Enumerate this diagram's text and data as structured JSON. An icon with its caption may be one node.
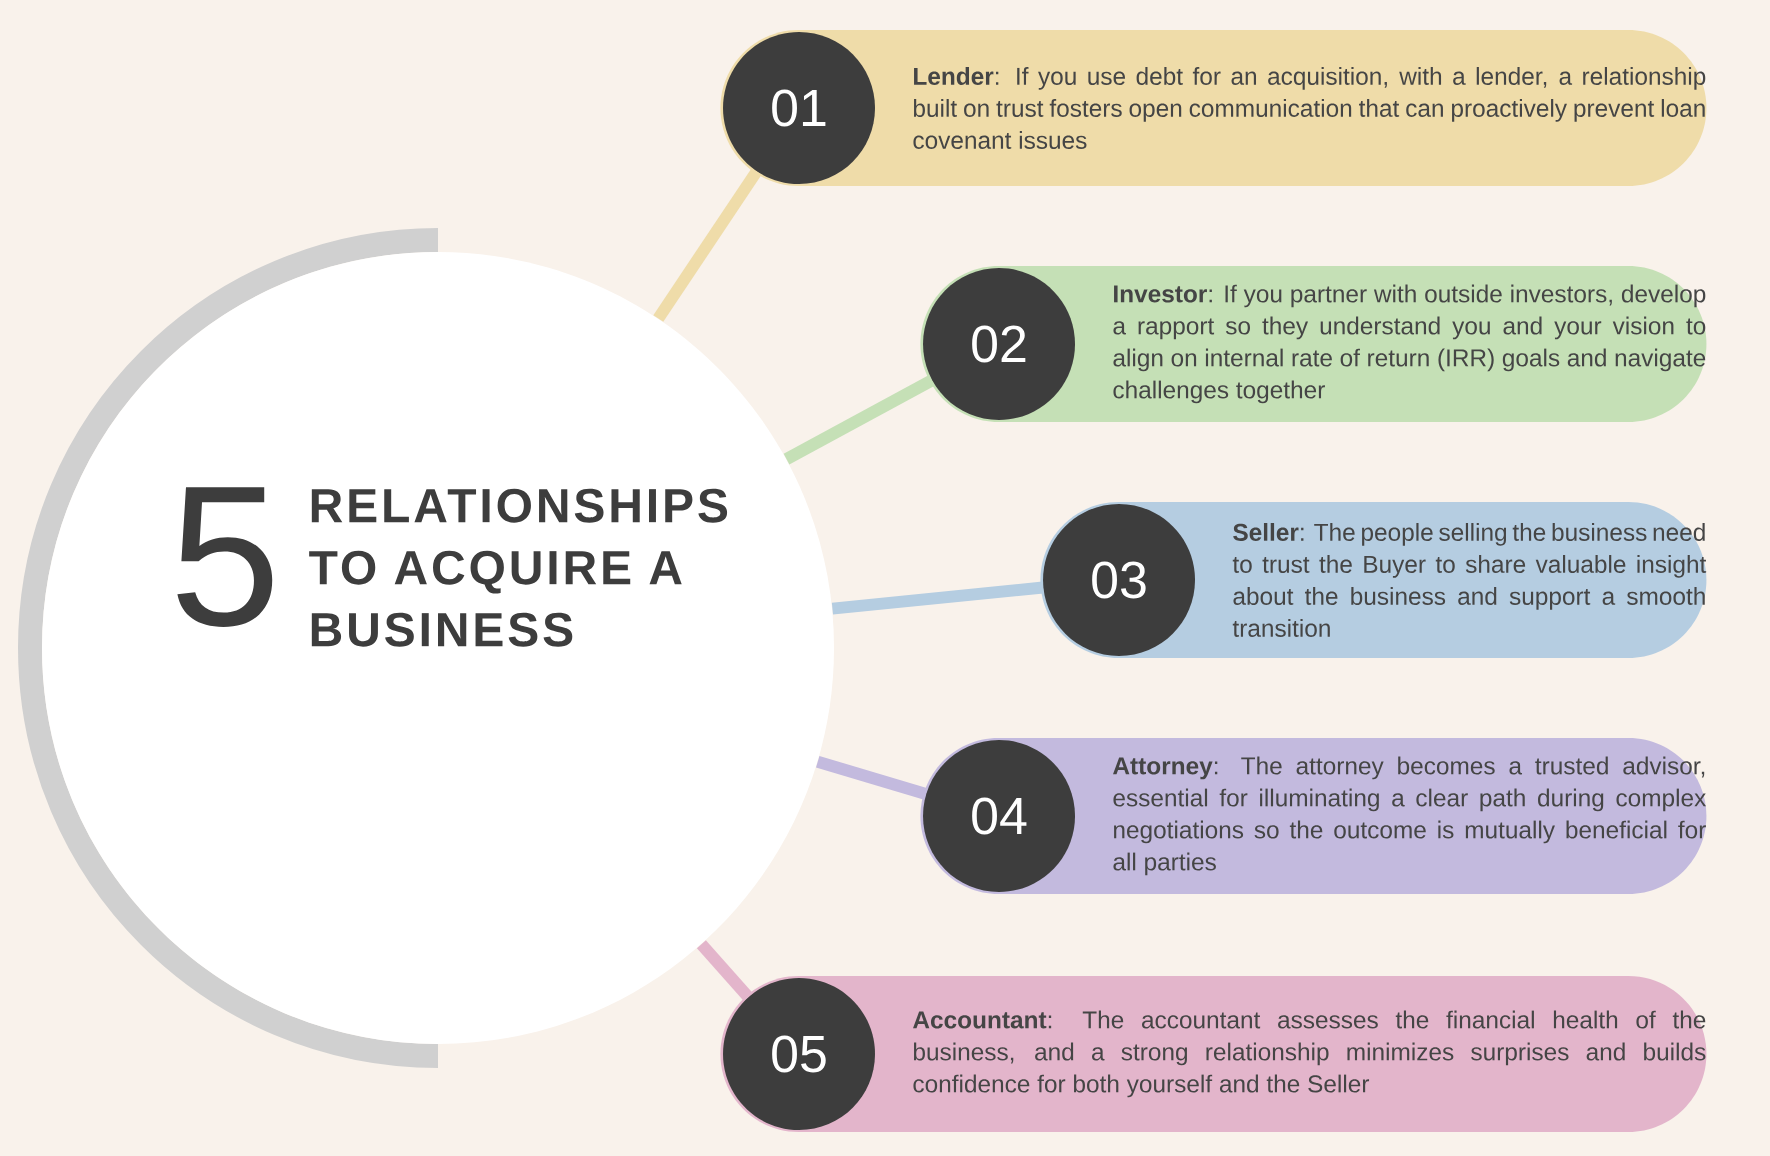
{
  "diagram": {
    "nodes": [
      {
        "text": [
          "5",
          "RELATIONSHIPS TO ACQUIRE A BUSINESS"
        ]
      },
      {
        "text": [
          "**Lender**: If you use debt for an acquisition, with a lender, a relationship built on trust fosters open communication that can proactively prevent loan covenant issues"
        ]
      },
      {
        "text": [
          "01"
        ],
        "in": 1
      },
      {
        "text": [
          "**Investor**: If you partner with outside investors, develop a rapport so they understand you and your vision to align on internal rate of return (IRR) goals and navigate challenges together"
        ]
      },
      {
        "text": [
          "02"
        ],
        "in": 3
      },
      {
        "text": [
          "**Seller**: The people selling the business need to trust the Buyer to share valuable insight about the business and support a smooth transition"
        ]
      },
      {
        "text": [
          "03"
        ],
        "in": 5
      },
      {
        "text": [
          "**Attorney**: The attorney becomes a trusted advisor, essential for illuminating a clear path during complex negotiations so the outcome is mutually beneficial for all parties"
        ]
      },
      {
        "text": [
          "04"
        ],
        "in": 7
      },
      {
        "text": [
          "**Accountant**: The accountant assesses the financial health of the business, and a strong relationship minimizes surprises and builds confidence for both yourself and the Seller"
        ]
      },
      {
        "text": [
          "05"
        ],
        "in": 9
      }
    ],
    "edges": [
      {
        "from": 0,
        "to": 2,
        "arrow": "none",
        "color": "#efdca9"
      },
      {
        "from": 0,
        "to": 4,
        "arrow": "none",
        "color": "#c5e0b6"
      },
      {
        "from": 0,
        "to": 6,
        "arrow": "none",
        "color": "#b5cde1"
      },
      {
        "from": 0,
        "to": 8,
        "arrow": "none",
        "color": "#c3bade"
      },
      {
        "from": 0,
        "to": 10,
        "arrow": "none",
        "color": "#e3b5cb"
      }
    ]
  }
}
